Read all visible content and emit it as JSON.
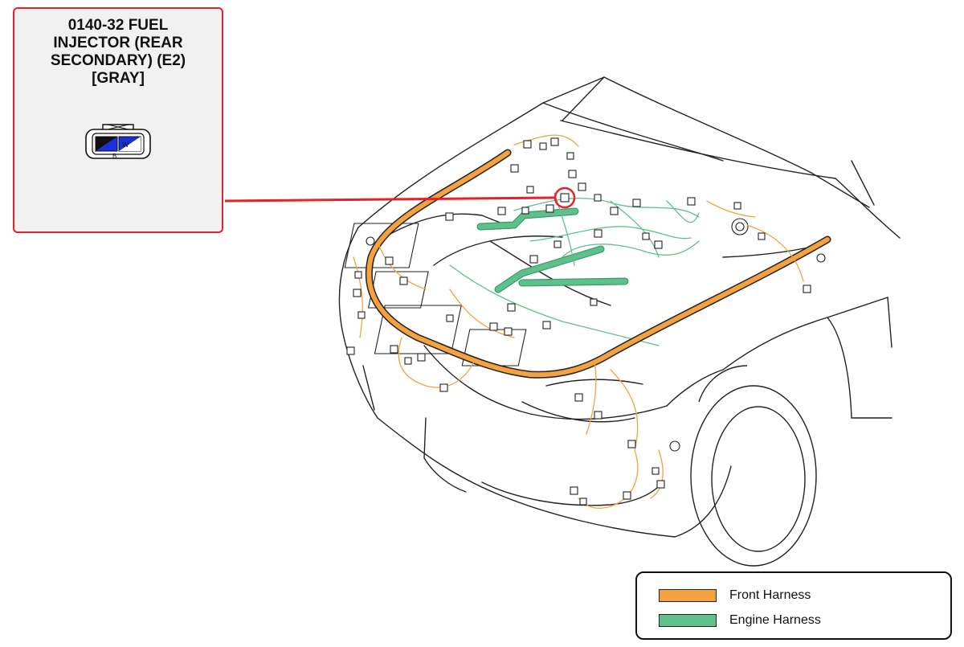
{
  "callout": {
    "title": "0140-32 FUEL\nINJECTOR (REAR\nSECONDARY) (E2)\n[GRAY]",
    "pins": [
      "W",
      "B"
    ],
    "pin_colors": {
      "W": "#1b30d8",
      "B": "#111111"
    }
  },
  "legend": {
    "items": [
      {
        "label": "Front Harness",
        "color": "#f4a13f"
      },
      {
        "label": "Engine Harness",
        "color": "#5ec08a"
      }
    ]
  },
  "colors": {
    "front_harness": "#f4a13f",
    "engine_harness": "#5ec08a",
    "pointer": "#e8202a",
    "outline": "#222222"
  },
  "icons": [
    "connector-icon",
    "target-connector-marker"
  ]
}
